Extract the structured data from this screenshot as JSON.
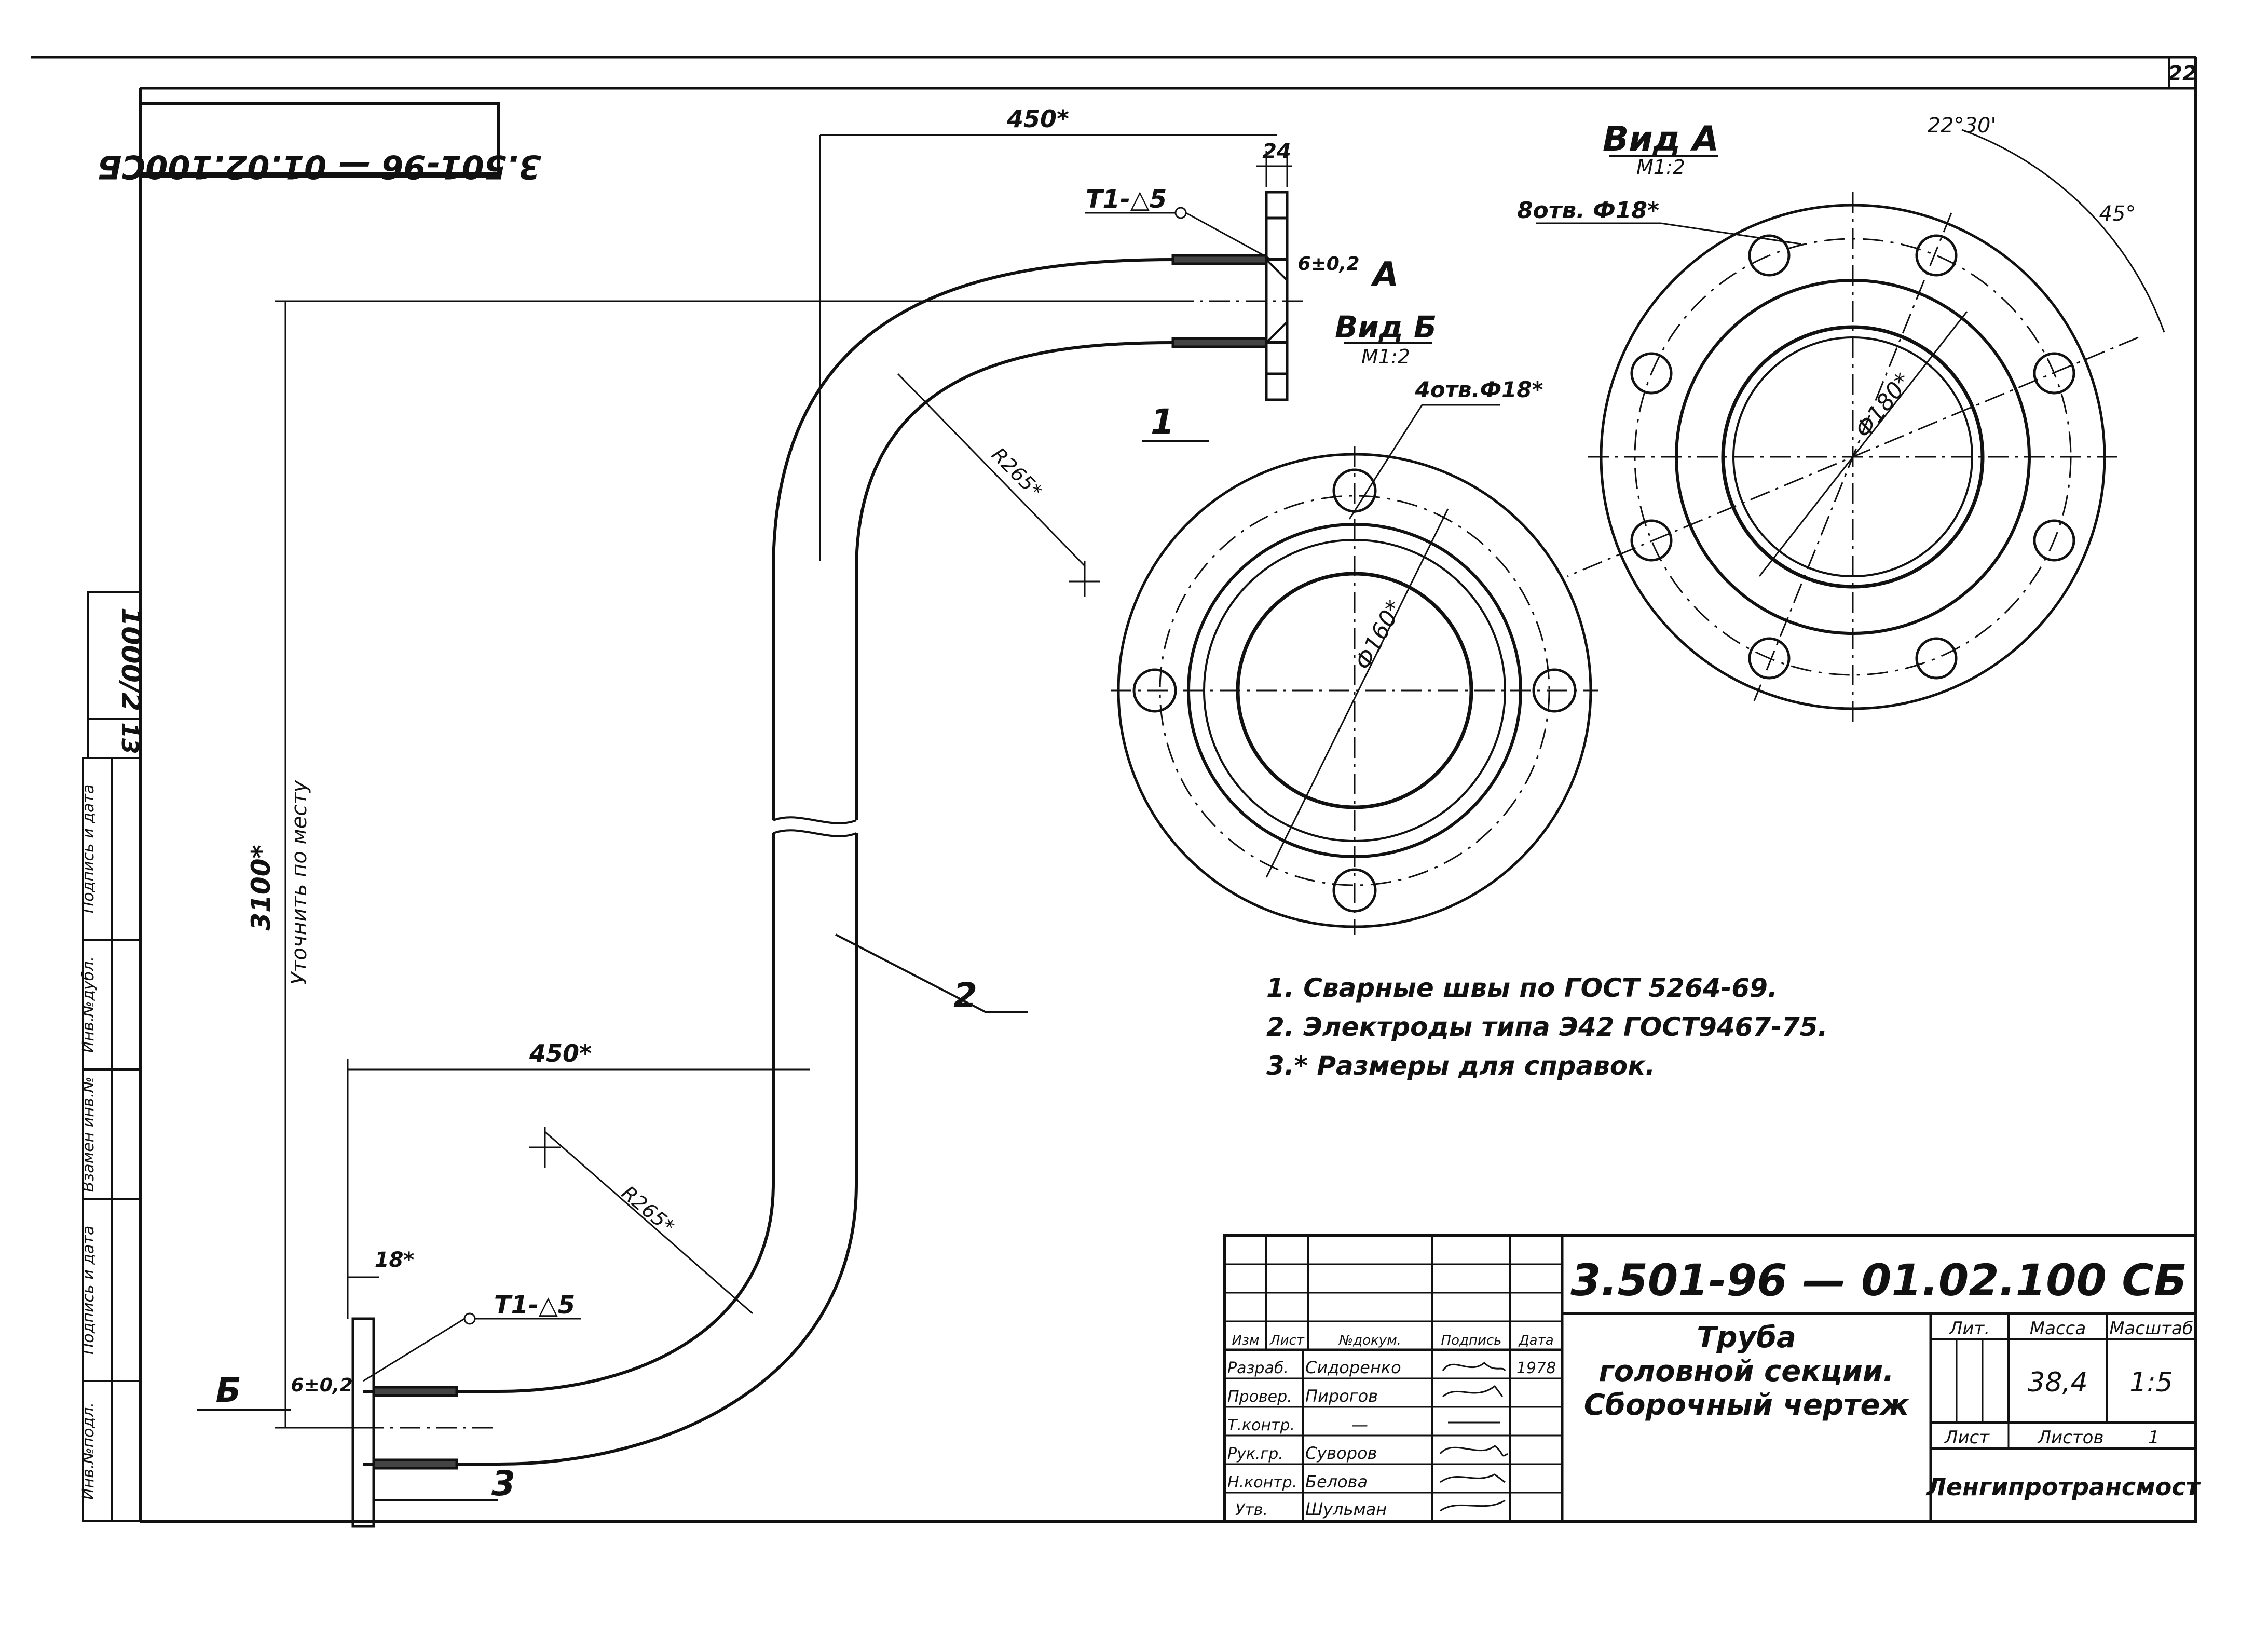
{
  "sheet_number": "22",
  "stamp_code": "3.501-96 — 01.02.100СБ",
  "side_ref": {
    "a": "1000/2",
    "b": "13"
  },
  "side_columns": [
    "Инв.№подл.",
    "Подпись и дата",
    "Взамен инв.№",
    "Инв.№дубл.",
    "Подпись и дата"
  ],
  "dims": {
    "top_length": "450*",
    "bottom_length": "450*",
    "flange_thickness": "24",
    "flange_thickness_bottom": "18*",
    "height": "3100*",
    "height_note": "Уточнить по месту",
    "radius_top": "R265*",
    "radius_bottom": "R265*",
    "gap_top": "6±0,2",
    "gap_bottom": "6±0,2"
  },
  "weld_marks": {
    "top": "Т1-△5",
    "bottom": "Т1-△5"
  },
  "view_a_marker": "А",
  "view_b_marker": "Б",
  "part_labels": [
    "1",
    "2",
    "3"
  ],
  "view_b": {
    "title": "Вид Б",
    "scale": "М1:2",
    "holes": "4отв.Ф18*",
    "diameter": "Ф160*"
  },
  "view_a": {
    "title": "Вид А",
    "scale": "М1:2",
    "holes": "8отв. Ф18*",
    "diameter": "Ф180*",
    "angle_small": "22°30'",
    "angle_large": "45°"
  },
  "notes": [
    "1. Сварные швы по ГОСТ 5264-69.",
    "2. Электроды типа Э42 ГОСТ9467-75.",
    "3.* Размеры для справок."
  ],
  "title_block": {
    "code": "3.501-96 — 01.02.100 СБ",
    "title_lines": [
      "Труба",
      "головной секции.",
      "Сборочный чертеж"
    ],
    "header": [
      "Изм",
      "Лист",
      "№докум.",
      "Подпись",
      "Дата"
    ],
    "staff": [
      {
        "role": "Разраб.",
        "name": "Сидоренко",
        "date": "1978"
      },
      {
        "role": "Провер.",
        "name": "Пирогов",
        "date": ""
      },
      {
        "role": "Т.контр.",
        "name": "—",
        "date": ""
      },
      {
        "role": "Рук.гр.",
        "name": "Суворов",
        "date": ""
      },
      {
        "role": "Н.контр.",
        "name": "Белова",
        "date": ""
      },
      {
        "role": "Утв.",
        "name": "Шульман",
        "date": ""
      }
    ],
    "lit_label": "Лит.",
    "mass_label": "Масса",
    "scale_label": "Масштаб",
    "mass": "38,4",
    "scale": "1:5",
    "sheet_label": "Лист",
    "sheets_label": "Листов",
    "sheets_value": "1",
    "organization": "Ленгипротрансмост"
  }
}
